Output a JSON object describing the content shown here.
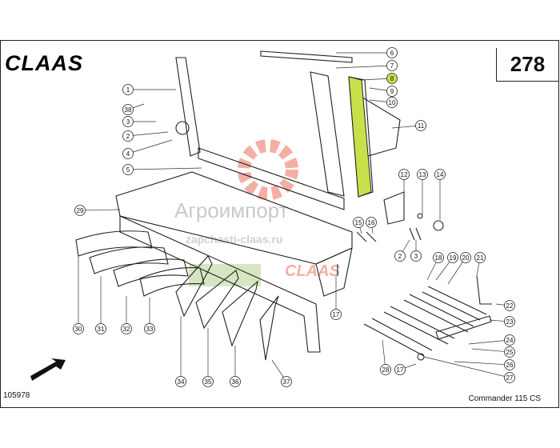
{
  "header": {
    "brand": "CLAAS",
    "page_number": "278"
  },
  "footer": {
    "drawing_number": "105978",
    "model": "Commander 115 CS"
  },
  "watermark": {
    "brand_text": "Агроимпорт",
    "url_text": "zapchasti-claas.ru",
    "brand2": "CLAAS"
  },
  "highlighted_part": "8",
  "callouts": [
    "1",
    "38",
    "3",
    "2",
    "4",
    "5",
    "29",
    "6",
    "7",
    "8",
    "9",
    "10",
    "11",
    "12",
    "13",
    "14",
    "15",
    "16",
    "2",
    "3",
    "17",
    "18",
    "19",
    "20",
    "21",
    "22",
    "23",
    "24",
    "25",
    "26",
    "27",
    "28",
    "17",
    "30",
    "31",
    "32",
    "33",
    "34",
    "35",
    "36",
    "37"
  ],
  "colors": {
    "highlight": "#c8e14a",
    "line": "#222222",
    "watermark": "#e8503a"
  }
}
